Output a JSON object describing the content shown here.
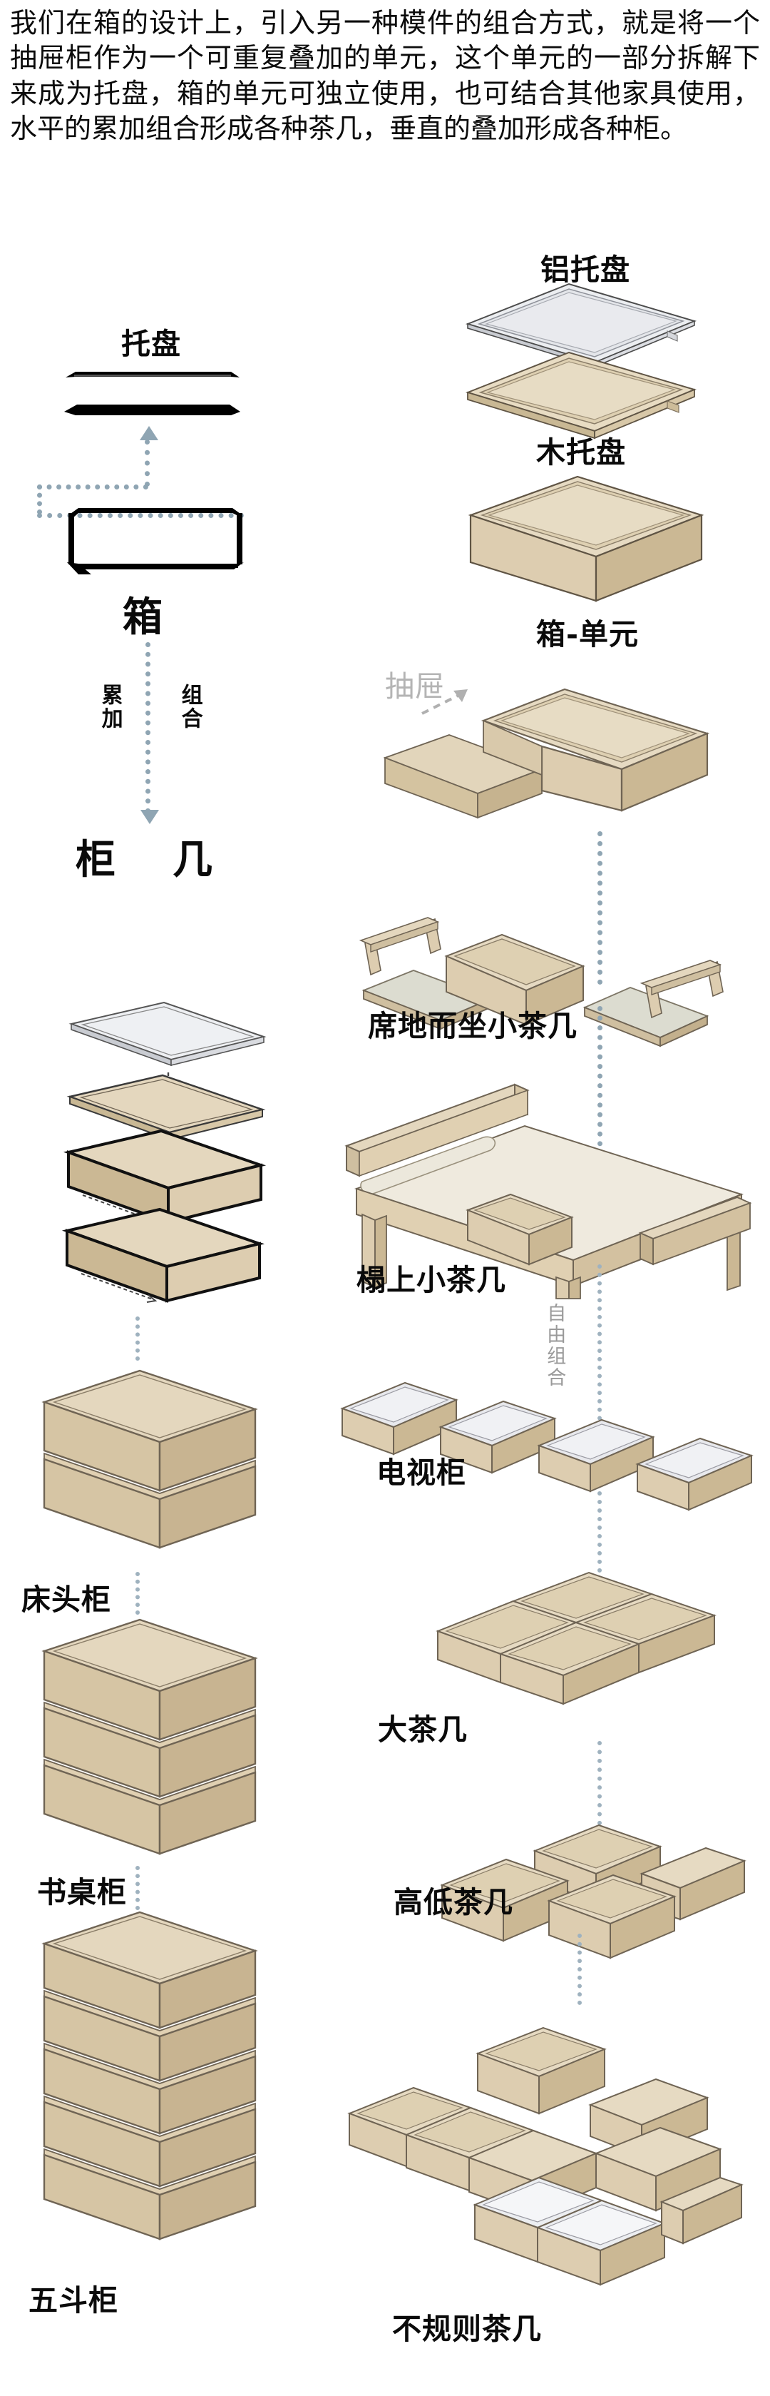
{
  "intro": {
    "paragraph": "我们在箱的设计上，引入另一种模件的组合方式，就是将一个抽屉柜作为一个可重复叠加的单元，这个单元的一部分拆解下来成为托盘，箱的单元可独立使用，也可结合其他家具使用，水平的累加组合形成各种茶几，垂直的叠加形成各种柜。"
  },
  "left_column": {
    "tray_label": "托盘",
    "box_label": "箱",
    "accumulate_label": "累加",
    "combine_label": "组合",
    "cabinet_label": "柜",
    "table_label": "几",
    "nightstand_label": "床头柜",
    "desk_cabinet_label": "书桌柜",
    "chest_label": "五斗柜"
  },
  "right_column": {
    "aluminum_tray_label": "铝托盘",
    "wood_tray_label": "木托盘",
    "box_unit_label": "箱-单元",
    "drawer_label": "抽屉",
    "floor_tea_table_label": "席地而坐小茶几",
    "daybed_tea_table_label": "榻上小茶几",
    "free_combination_label": "自由组合",
    "tv_cabinet_label": "电视柜",
    "big_tea_table_label": "大茶几",
    "high_low_tea_table_label": "高低茶几",
    "irregular_tea_table_label": "不规则茶几"
  },
  "colors": {
    "wood_top": "#e3d6bd",
    "wood_front": "#ddcdb0",
    "wood_side": "#cbb894",
    "outline": "#6f6454",
    "aluminum_top": "#e9eaee",
    "aluminum_side": "#c9cbd2",
    "connector": "#8fa5b3",
    "gray_text": "#9a9a9a",
    "text": "#0a0a0a",
    "background": "#ffffff"
  }
}
